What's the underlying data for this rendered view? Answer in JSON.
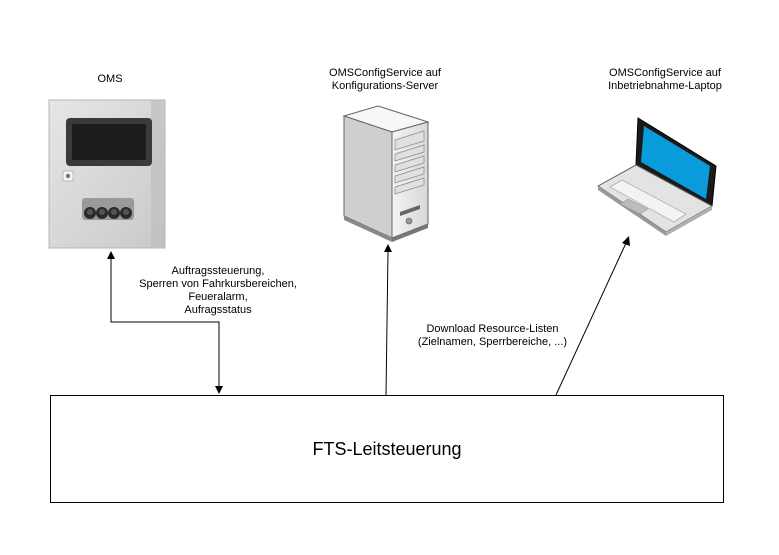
{
  "oms": {
    "title": "OMS"
  },
  "config_server": {
    "title_lines": [
      "OMSConfigService auf",
      "Konfigurations-Server"
    ]
  },
  "config_laptop": {
    "title_lines": [
      "OMSConfigService auf",
      "Inbetriebnahme-Laptop"
    ]
  },
  "oms_link_label": [
    "Auftragssteuerung,",
    "Sperren von Fahrkursbereichen,",
    "Feueralarm,",
    "Aufragsstatus"
  ],
  "download_label": [
    "Download Resource-Listen",
    "(Zielnamen, Sperrbereiche, ...)"
  ],
  "main_box": {
    "label": "FTS-Leitsteuerung"
  },
  "colors": {
    "laptop_screen": "#0a9bdc",
    "server_body": "#e9e9e9",
    "panel_body": "#d6d6d6",
    "line": "#000000"
  }
}
